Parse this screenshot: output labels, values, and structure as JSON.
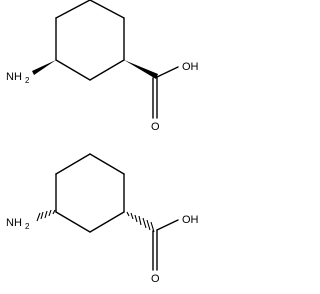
{
  "molecules": [
    {
      "stereo_bonds": "wedge",
      "labels": {
        "amine": "NH2",
        "carbonyl_o": "O",
        "hydroxyl": "OH"
      }
    },
    {
      "stereo_bonds": "hash",
      "labels": {
        "amine": "NH2",
        "carbonyl_o": "O",
        "hydroxyl": "OH"
      }
    }
  ],
  "colors": {
    "ink": "#000000",
    "background": "#ffffff"
  }
}
